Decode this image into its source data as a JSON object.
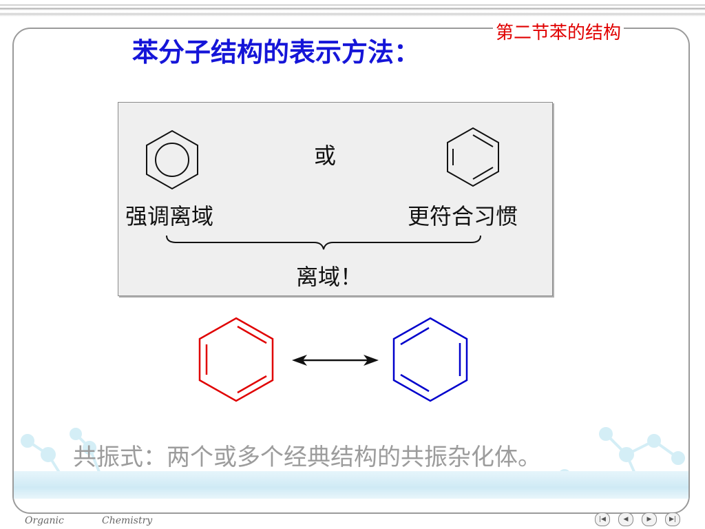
{
  "header": {
    "section_title": "第二节苯的结构"
  },
  "slide": {
    "title": "苯分子结构的表示方法：",
    "box": {
      "or_label": "或",
      "left_label": "强调离域",
      "right_label": "更符合习惯",
      "bottom_label": "离域！"
    },
    "resonance": {
      "left_color": "#e00000",
      "right_color": "#0000cc"
    },
    "definition": "共振式：两个或多个经典结构的共振杂化体。"
  },
  "footer": {
    "left_word": "Organic",
    "right_word": "Chemistry",
    "nav_icons": [
      "first-page-icon",
      "prev-page-icon",
      "next-page-icon",
      "last-page-icon"
    ]
  },
  "colors": {
    "title": "#1515d8",
    "section_title": "#e00000",
    "definition": "#9c9c9c"
  }
}
